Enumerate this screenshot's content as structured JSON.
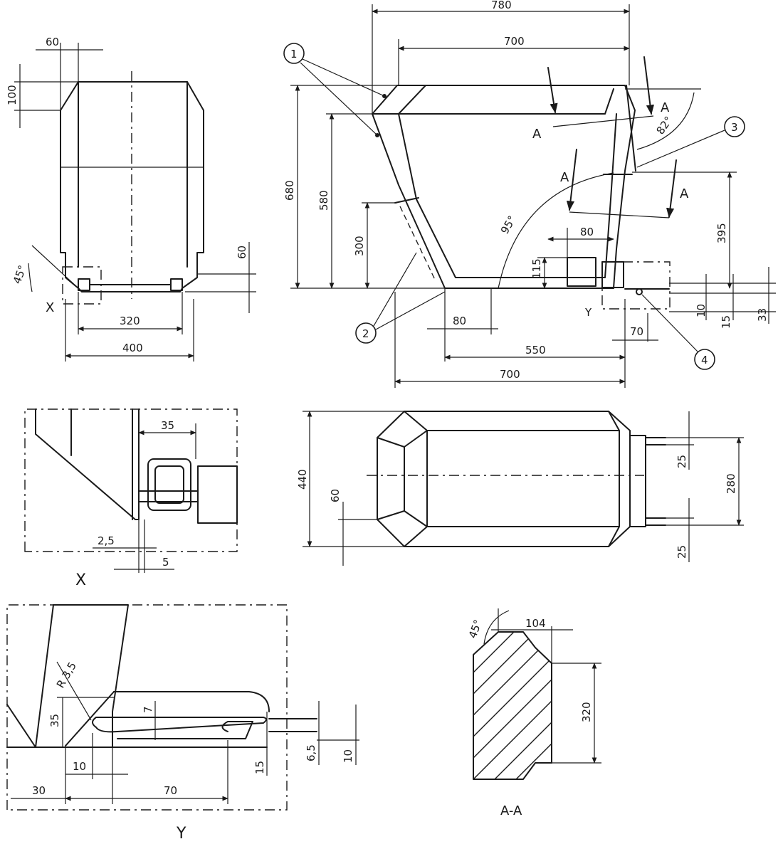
{
  "front_view": {
    "dims": {
      "d60": "60",
      "d100": "100",
      "d45": "45°",
      "d60_right": "60",
      "d320": "320",
      "d400": "400"
    },
    "detail_ref": "X"
  },
  "side_view": {
    "dims": {
      "d780": "780",
      "d700_top": "700",
      "d680": "680",
      "d580": "580",
      "d300": "300",
      "d95": "95°",
      "d82": "82°",
      "d395": "395",
      "d80_inner": "80",
      "d115": "115",
      "d10": "10",
      "d15": "15",
      "d33": "33",
      "d80_bottom": "80",
      "d70": "70",
      "d550": "550",
      "d700_bottom": "700"
    },
    "section_letter": "A",
    "detail_ref": "Y",
    "callouts": [
      "1",
      "2",
      "3",
      "4"
    ]
  },
  "detail_x": {
    "title": "X",
    "dims": {
      "d35": "35",
      "d25": "2,5",
      "d5": "5"
    }
  },
  "plan_view": {
    "dims": {
      "d440": "440",
      "d60": "60",
      "d25_top": "25",
      "d280": "280",
      "d25_bottom": "25"
    }
  },
  "detail_y": {
    "title": "Y",
    "dims": {
      "r35": "R 3,5",
      "d35": "35",
      "d7": "7",
      "d65": "6,5",
      "d10_right": "10",
      "d15": "15",
      "d10": "10",
      "d30": "30",
      "d70": "70"
    }
  },
  "section_aa": {
    "title": "A-A",
    "dims": {
      "d45": "45°",
      "d104": "104",
      "d320": "320"
    }
  }
}
